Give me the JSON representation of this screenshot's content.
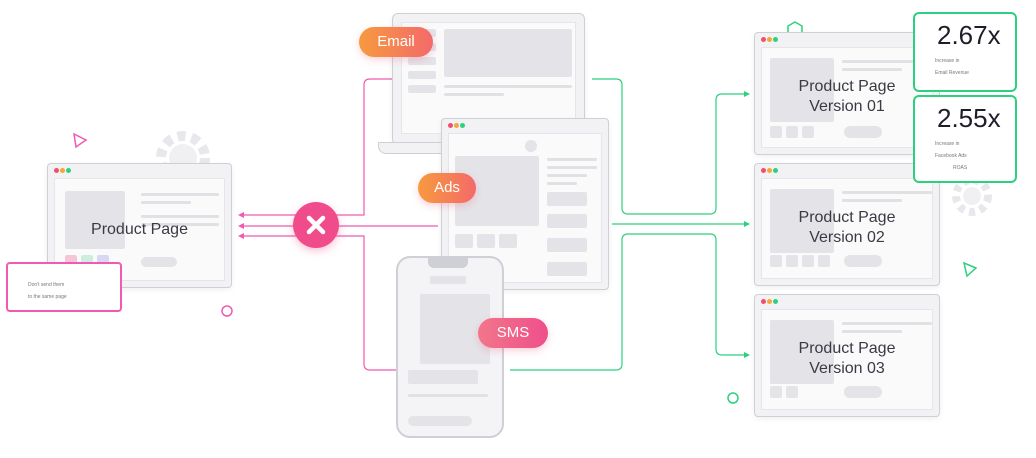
{
  "channels": {
    "email": "Email",
    "ads": "Ads",
    "sms": "SMS"
  },
  "left": {
    "title": "Product Page",
    "note_line1": "Don't send them",
    "note_line2": "to the same page"
  },
  "versions": [
    {
      "line1": "Product Page",
      "line2": "Version 01"
    },
    {
      "line1": "Product Page",
      "line2": "Version 02"
    },
    {
      "line1": "Product Page",
      "line2": "Version 03"
    }
  ],
  "stats": [
    {
      "value": "2.67x",
      "line1": "Increase in",
      "line2": "Email Revenue",
      "line3": ""
    },
    {
      "value": "2.55x",
      "line1": "Increase in",
      "line2": "Facebook Ads",
      "line3": "ROAS"
    }
  ],
  "colors": {
    "pink": "#f05ab0",
    "green": "#2bd17e",
    "orange": "#f79a3e"
  },
  "icons": [
    "gear-icon",
    "triangle-icon",
    "circle-icon",
    "hexagon-icon",
    "close-icon"
  ]
}
